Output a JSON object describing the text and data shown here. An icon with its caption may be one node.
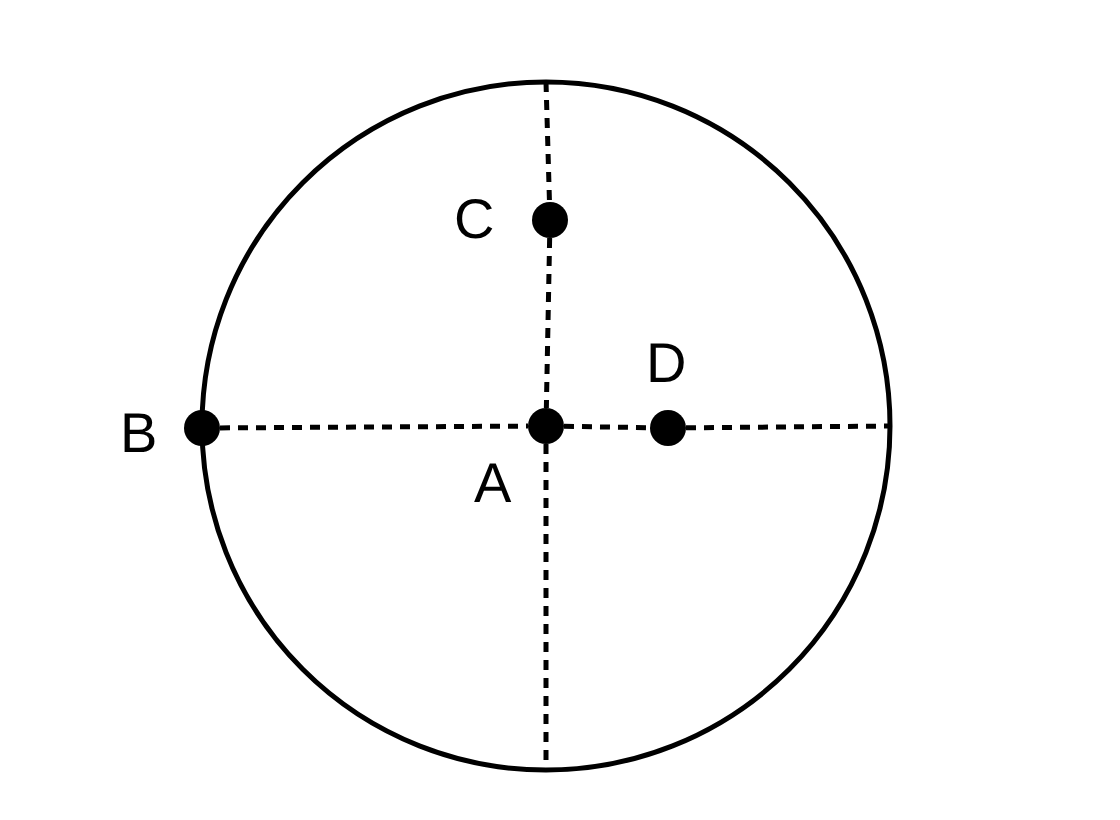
{
  "diagram": {
    "nodes": [
      {
        "text": [
          "C"
        ]
      },
      {
        "text": [
          "D"
        ]
      },
      {
        "text": [
          "B"
        ]
      },
      {
        "text": [
          "A"
        ]
      }
    ],
    "edges": [
      {
        "from": null,
        "to": 0,
        "arrow": "none",
        "style": "dashed"
      },
      {
        "from": 0,
        "to": 3,
        "arrow": "none",
        "style": "dashed"
      },
      {
        "from": 3,
        "to": null,
        "arrow": "none",
        "style": "dashed"
      },
      {
        "from": 2,
        "to": 3,
        "arrow": "none",
        "style": "dashed"
      },
      {
        "from": 3,
        "to": 1,
        "arrow": "none",
        "style": "dashed"
      },
      {
        "from": 1,
        "to": null,
        "arrow": "none",
        "style": "dashed"
      }
    ]
  }
}
